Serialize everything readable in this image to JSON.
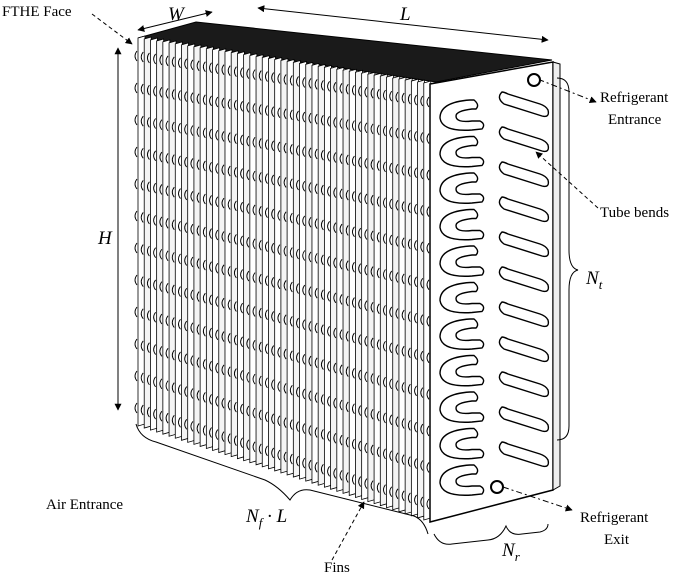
{
  "labels": {
    "fthe_face": "FTHE Face",
    "refrigerant_entrance_line1": "Refrigerant",
    "refrigerant_entrance_line2": "Entrance",
    "tube_bends": "Tube bends",
    "air_entrance": "Air Entrance",
    "fins": "Fins",
    "refrigerant_exit_line1": "Refrigerant",
    "refrigerant_exit_line2": "Exit"
  },
  "symbols": {
    "width": "W",
    "length": "L",
    "height": "H",
    "tubes": {
      "base": "N",
      "sub": "t"
    },
    "fins_length": {
      "base": "N",
      "sub": "f",
      "rest": " · L"
    },
    "rows": {
      "base": "N",
      "sub": "r"
    }
  },
  "counts": {
    "fin_plates": 48,
    "bend_rows": 11
  },
  "colors": {
    "line": "#000000",
    "face": "#ffffff",
    "top": "#1a1a1a"
  }
}
